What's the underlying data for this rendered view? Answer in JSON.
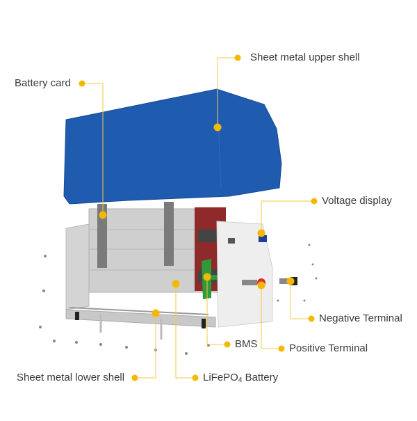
{
  "diagram": {
    "type": "exploded-view",
    "subject": "LiFePO4 battery pack assembly",
    "accent_color": "#f5b800",
    "shell_color": "#1f5cb0",
    "callouts": [
      {
        "id": "upper-shell",
        "label": "Sheet metal upper shell"
      },
      {
        "id": "battery-card",
        "label": "Battery card"
      },
      {
        "id": "voltage-display",
        "label": "Voltage display"
      },
      {
        "id": "negative-terminal",
        "label": "Negative Terminal"
      },
      {
        "id": "bms",
        "label": "BMS"
      },
      {
        "id": "positive-terminal",
        "label": "Positive Terminal"
      },
      {
        "id": "lower-shell",
        "label": "Sheet metal lower shell"
      },
      {
        "id": "lifepo4-battery",
        "label": "LiFePO4 Battery",
        "label_main": "LiFePO",
        "label_sub": "4",
        "label_tail": " Battery"
      }
    ]
  }
}
